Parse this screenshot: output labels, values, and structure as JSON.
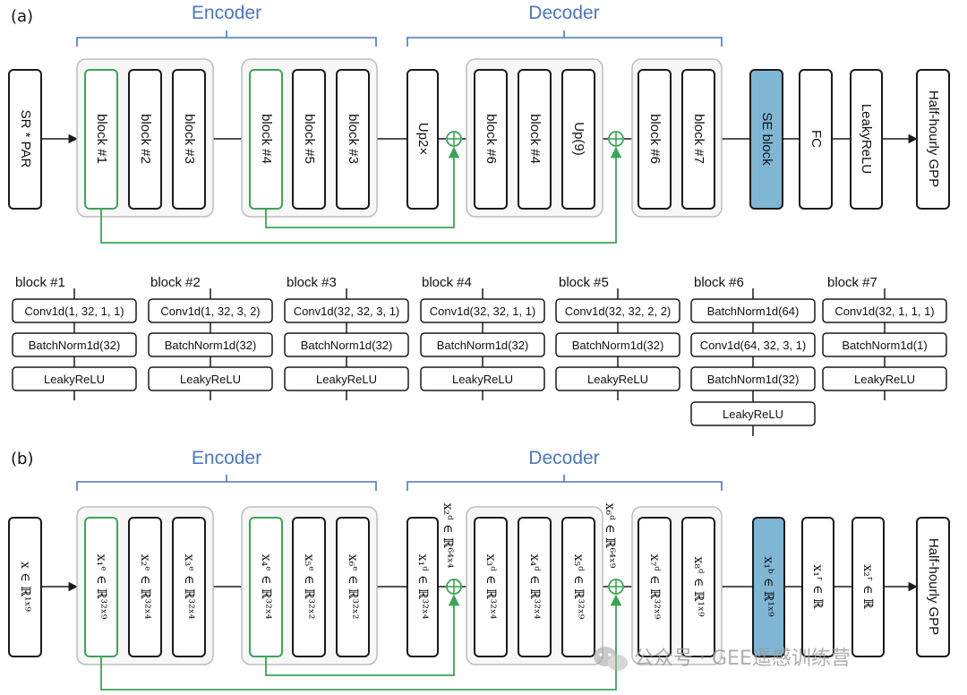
{
  "panel_a": {
    "label": "(a)",
    "encoder_label": "Encoder",
    "decoder_label": "Decoder",
    "input": "SR * PAR",
    "enc_group1": [
      "block #1",
      "block #2",
      "block #3"
    ],
    "enc_group2": [
      "block #4",
      "block #5",
      "block #3"
    ],
    "up1": "Up2×",
    "dec_group1": [
      "block #6",
      "block #4",
      "Up(9)"
    ],
    "dec_group2": [
      "block #6",
      "block #7"
    ],
    "se": "SE block",
    "fc": "FC",
    "act": "LeakyReLU",
    "output": "Half-hourly GPP"
  },
  "details": [
    {
      "title": "block #1",
      "layers": [
        "Conv1d(1, 32, 1, 1)",
        "BatchNorm1d(32)",
        "LeakyReLU"
      ]
    },
    {
      "title": "block #2",
      "layers": [
        "Conv1d(1, 32, 3, 2)",
        "BatchNorm1d(32)",
        "LeakyReLU"
      ]
    },
    {
      "title": "block #3",
      "layers": [
        "Conv1d(32, 32, 3, 1)",
        "BatchNorm1d(32)",
        "LeakyReLU"
      ]
    },
    {
      "title": "block #4",
      "layers": [
        "Conv1d(32, 32, 1, 1)",
        "BatchNorm1d(32)",
        "LeakyReLU"
      ]
    },
    {
      "title": "block #5",
      "layers": [
        "Conv1d(32, 32, 2, 2)",
        "BatchNorm1d(32)",
        "LeakyReLU"
      ]
    },
    {
      "title": "block #6",
      "layers": [
        "BatchNorm1d(64)",
        "Conv1d(64, 32, 3, 1)",
        "BatchNorm1d(32)",
        "LeakyReLU"
      ]
    },
    {
      "title": "block #7",
      "layers": [
        "Conv1d(32, 1, 1, 1)",
        "BatchNorm1d(1)",
        "LeakyReLU"
      ]
    }
  ],
  "panel_b": {
    "label": "(b)",
    "encoder_label": "Encoder",
    "decoder_label": "Decoder",
    "input": "x ∈ ℝ¹ˣ⁹",
    "enc_group1": [
      "x₁ᵉ ∈ ℝ³²ˣ⁹",
      "x₂ᵉ ∈ ℝ³²ˣ⁴",
      "x₃ᵉ ∈ ℝ³²ˣ⁴"
    ],
    "enc_group2": [
      "x₄ᵉ ∈ ℝ³²ˣ⁴",
      "x₅ᵉ ∈ ℝ³²ˣ²",
      "x₆ᵉ ∈ ℝ³²ˣ²"
    ],
    "up1": "x₁ᵈ ∈ ℝ³²ˣ⁴",
    "sum1_label": "x₂ᵈ ∈ ℝ⁶⁴ˣ⁴",
    "dec_group1": [
      "x₃ᵈ ∈ ℝ³²ˣ⁴",
      "x₄ᵈ ∈ ℝ³²ˣ⁴",
      "x₅ᵈ ∈ ℝ³²ˣ⁹"
    ],
    "sum2_label": "x₆ᵈ ∈ ℝ⁶⁴ˣ⁹",
    "dec_group2": [
      "x₇ᵈ ∈ ℝ³²ˣ⁹",
      "x₈ᵈ ∈ ℝ¹ˣ⁹"
    ],
    "se": "x₁ᵇ ∈ ℝ¹ˣ⁹",
    "fc": "x₁ʳ ∈ ℝ",
    "act": "x₂ʳ ∈ ℝ",
    "output": "Half-hourly GPP"
  },
  "watermark": "公众号 · GEE遥感训练营"
}
